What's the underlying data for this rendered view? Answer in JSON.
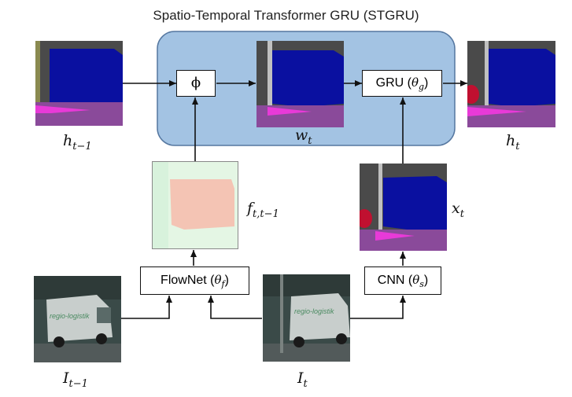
{
  "title": "Spatio-Temporal Transformer GRU (STGRU)",
  "phi_label": "ϕ",
  "gru_box": {
    "text": "GRU (",
    "param": "θ",
    "param_sub": "g",
    "close": ")"
  },
  "flownet_box": {
    "text": "FlowNet (",
    "param": "θ",
    "param_sub": "f",
    "close": ")"
  },
  "cnn_box": {
    "text": "CNN (",
    "param": "θ",
    "param_sub": "s",
    "close": ")"
  },
  "labels": {
    "h_prev": {
      "base": "h",
      "sub": "t−1"
    },
    "w_t": {
      "base": "w",
      "sub": "t"
    },
    "h_t": {
      "base": "h",
      "sub": "t"
    },
    "f_flow": {
      "base": "f",
      "sub": "t,t−1"
    },
    "x_t": {
      "base": "x",
      "sub": "t"
    },
    "I_prev": {
      "base": "I",
      "sub": "t−1"
    },
    "I_t": {
      "base": "I",
      "sub": "t"
    }
  },
  "van_text": "regio-logistik",
  "colors": {
    "stgru_fill": "#a3c3e3",
    "stgru_stroke": "#5577a0",
    "seg_sky": "#4a4a4a",
    "seg_car": "#0a10a0",
    "seg_road": "#8a4a9a",
    "seg_sidewalk": "#e83ad8",
    "seg_person": "#c01030",
    "seg_pole": "#c0c0c0"
  }
}
